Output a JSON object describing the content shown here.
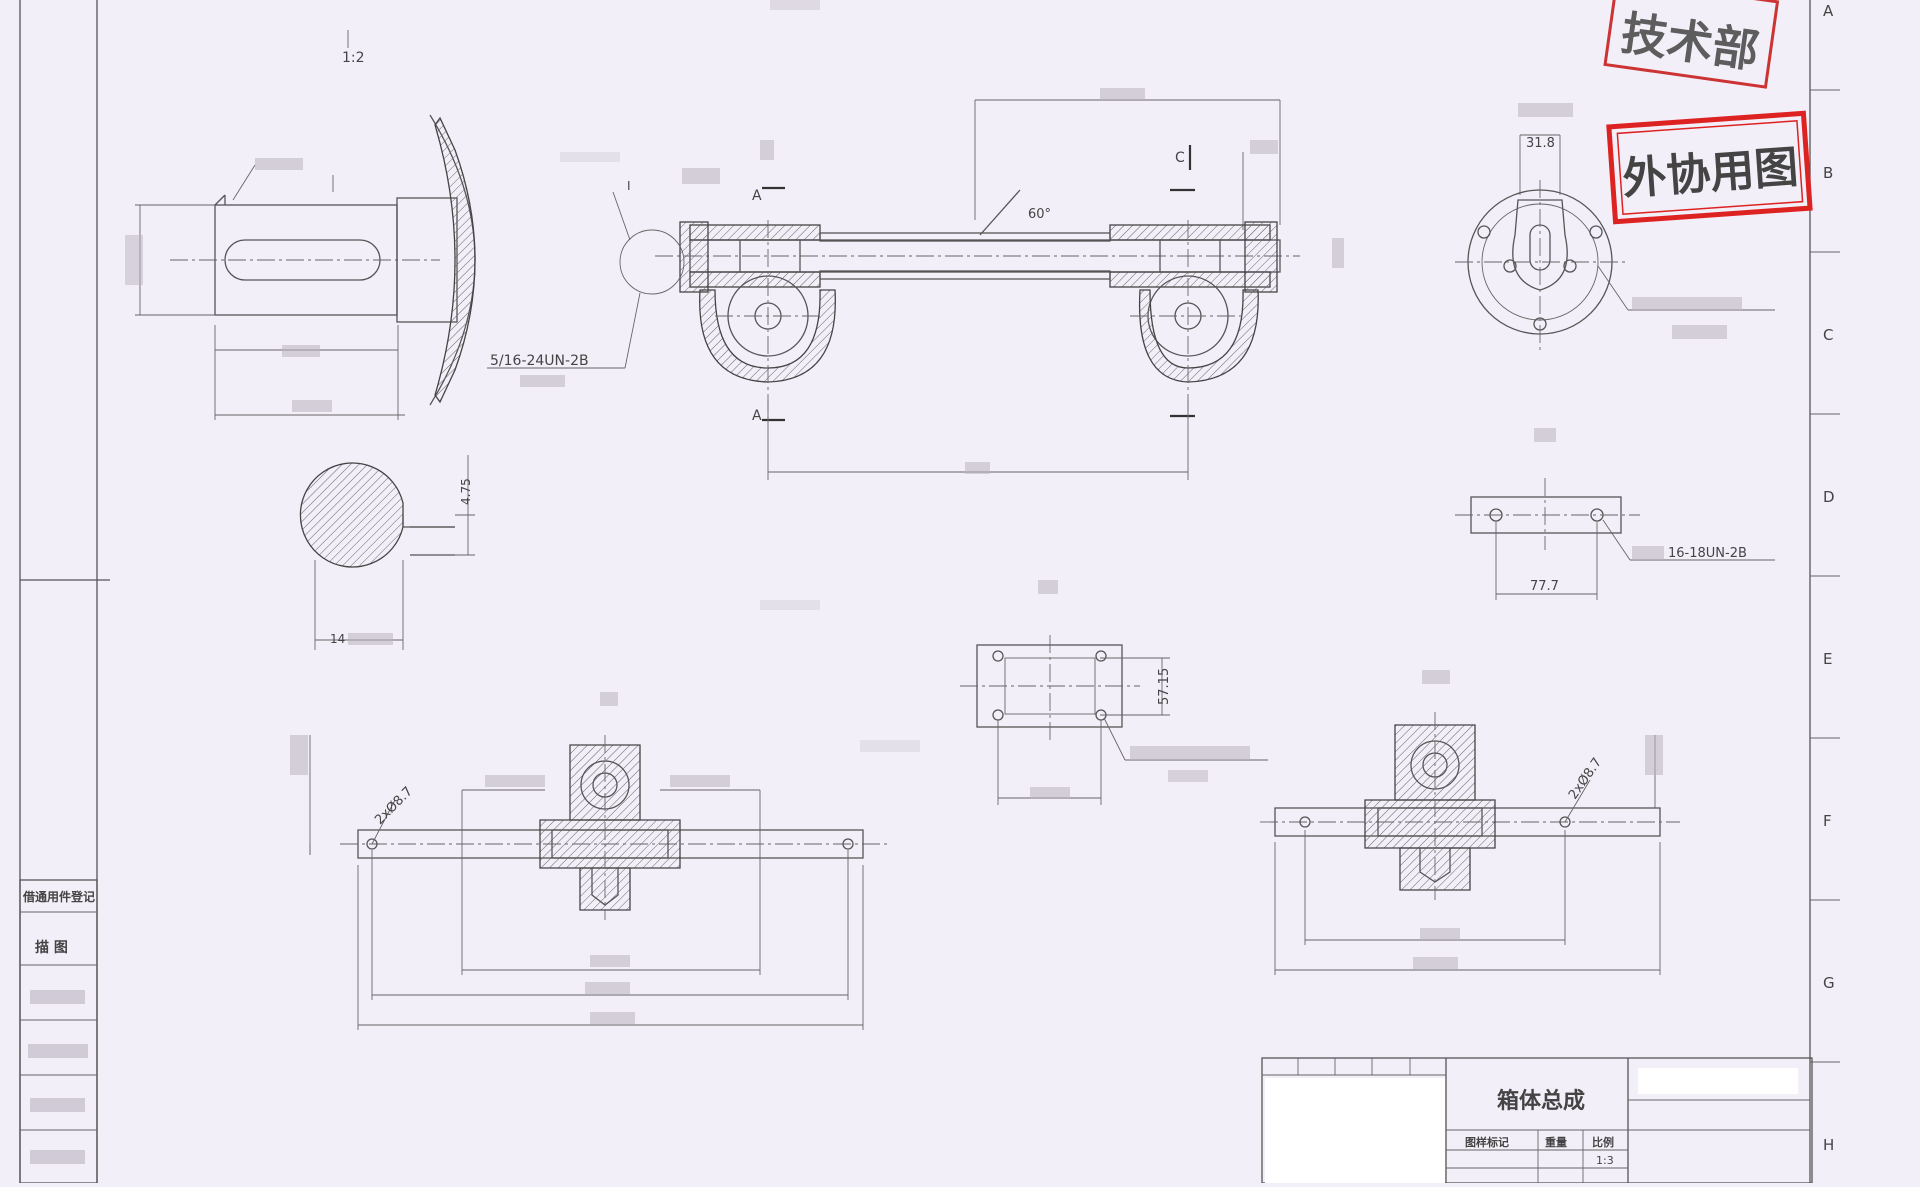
{
  "drawing": {
    "title": "箱体总成",
    "scale_note": "1:2",
    "title_block": {
      "col_material_mark": "图样标记",
      "col_weight": "重量",
      "col_ratio": "比例",
      "ratio_value": "1:3"
    },
    "side_table": {
      "header": "借通用件登记",
      "rows": [
        "描 图",
        "",
        "",
        "",
        ""
      ]
    },
    "border_letters": [
      "A",
      "B",
      "C",
      "D",
      "E",
      "F",
      "G",
      "H"
    ],
    "stamps": {
      "top": "技术部",
      "secondary": "外协用图"
    },
    "annotations": {
      "angle_60": "60°",
      "thread_main": "5/16-24UN-2B",
      "dim_31_8": "31.8",
      "dim_77_7": "77.7",
      "dim_57_15": "57.15",
      "thread_right": "16-18UN-2B",
      "hole_left": "2xØ8.7",
      "hole_right": "2xØ8.7",
      "section_A": "A",
      "section_C": "C",
      "section_I": "I",
      "dim_14": "14",
      "dim_4_75": "4.75"
    }
  }
}
